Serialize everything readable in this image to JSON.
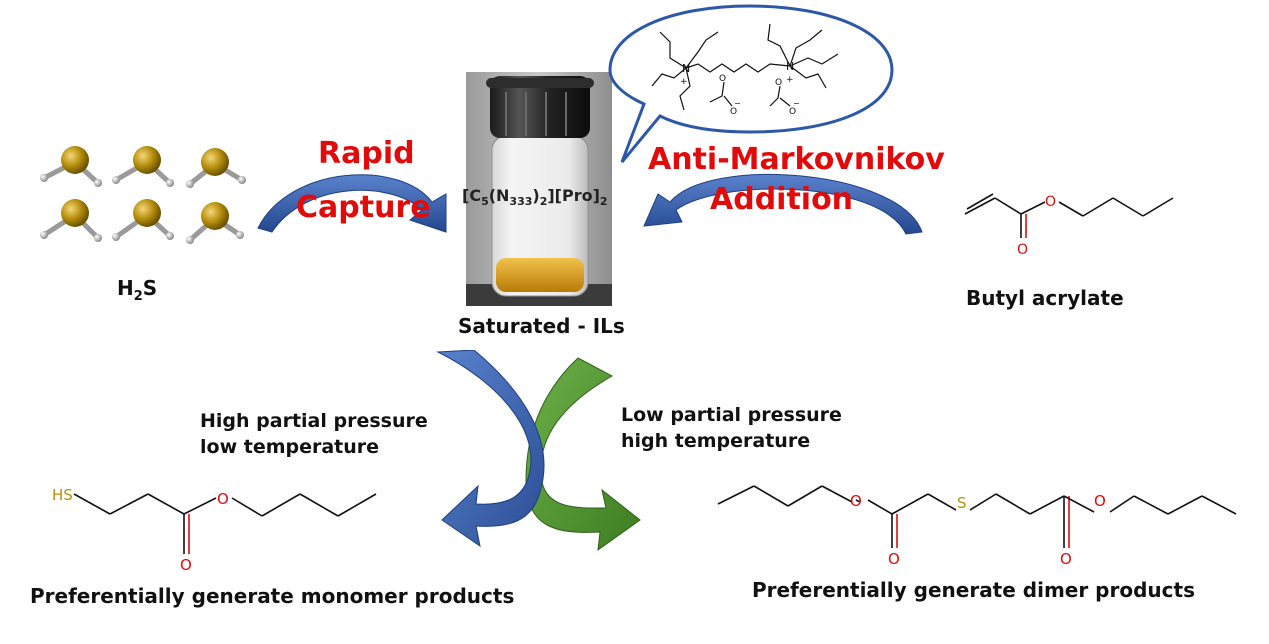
{
  "h2s": {
    "prefix": "H",
    "sub": "2",
    "suffix": "S"
  },
  "rapid_capture": {
    "line1": "Rapid",
    "line2": "Capture"
  },
  "anti_markovnikov": {
    "line1": "Anti-Markovnikov",
    "line2": "Addition"
  },
  "il_formula": {
    "p1": "[C",
    "s1": "5",
    "p2": "(N",
    "s2": "333",
    "p3": ")",
    "s3": "2",
    "p4": "][Pro]",
    "s4": "2"
  },
  "saturated_label": "Saturated - ILs",
  "butyl_acrylate_label": "Butyl acrylate",
  "condition_left": {
    "line1": "High partial pressure",
    "line2": "low temperature"
  },
  "condition_right": {
    "line1": "Low partial pressure",
    "line2": "high temperature"
  },
  "monomer_label": "Preferentially generate monomer products",
  "dimer_label": "Preferentially generate dimer products",
  "atoms": {
    "sh": "HS",
    "s": "S",
    "o": "O",
    "n": "N",
    "plus": "+",
    "minus": "−"
  },
  "colors": {
    "red": "#e10b0b",
    "blue_arrow": "#3a63b3",
    "green_arrow": "#5a9a3c",
    "sulfur_gold": "#b5900f",
    "vial_liquid": "#d59a1a"
  }
}
